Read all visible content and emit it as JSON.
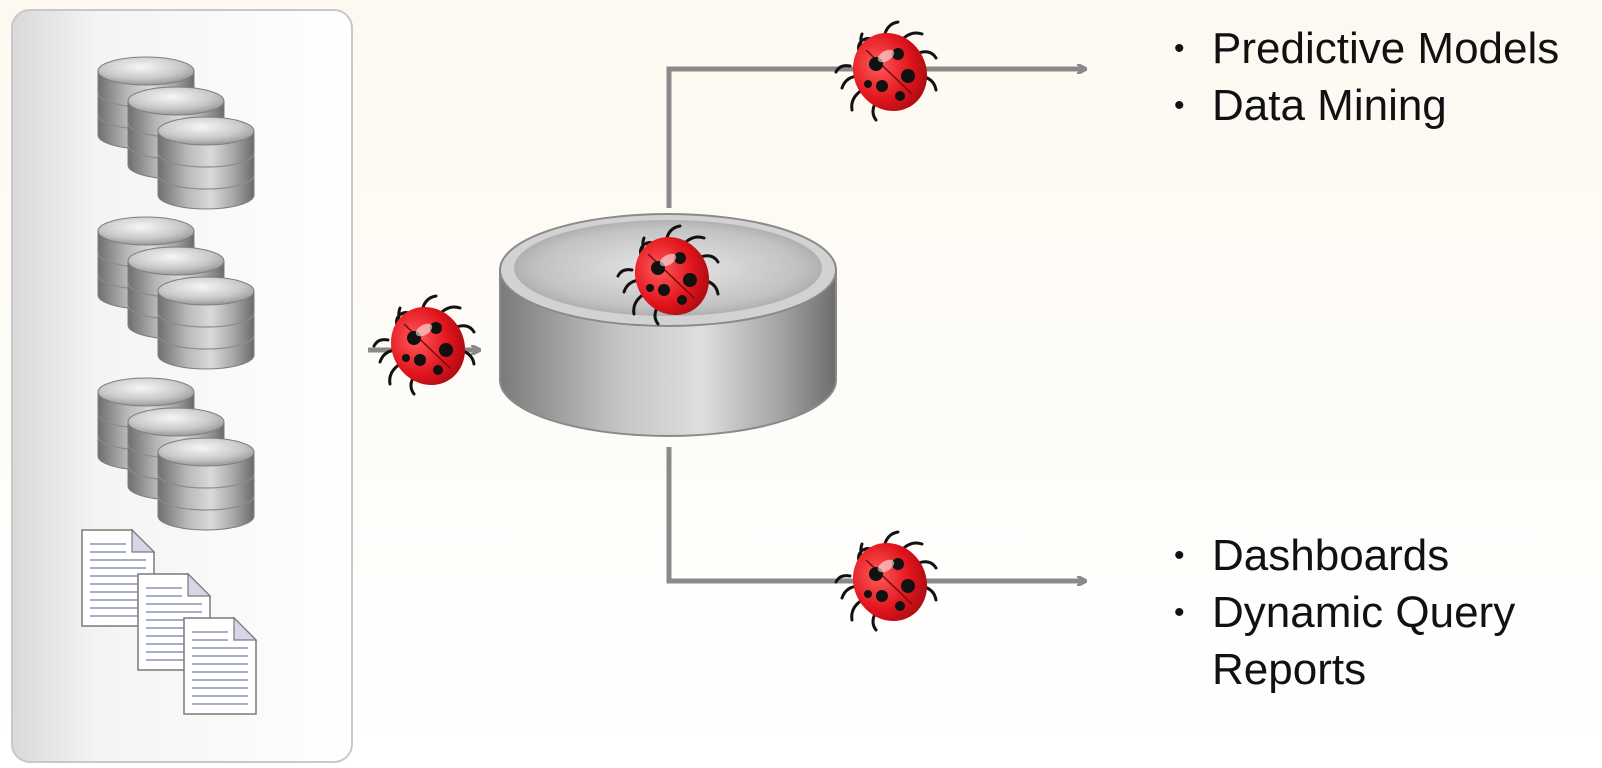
{
  "outputs": {
    "top": [
      "Predictive Models",
      "Data Mining"
    ],
    "bottom": [
      "Dashboards",
      "Dynamic Query Reports"
    ]
  },
  "colors": {
    "panel_border": "#c8c8c8",
    "connector": "#8a8a8a",
    "bug_red": "#e1141c",
    "bug_spot": "#111111",
    "cylinder_gray": "#9c9c9c"
  },
  "icons": {
    "source_databases": "database-stack-icon",
    "source_documents": "document-stack-icon",
    "central_store": "database-icon",
    "defect": "ladybug-icon"
  }
}
